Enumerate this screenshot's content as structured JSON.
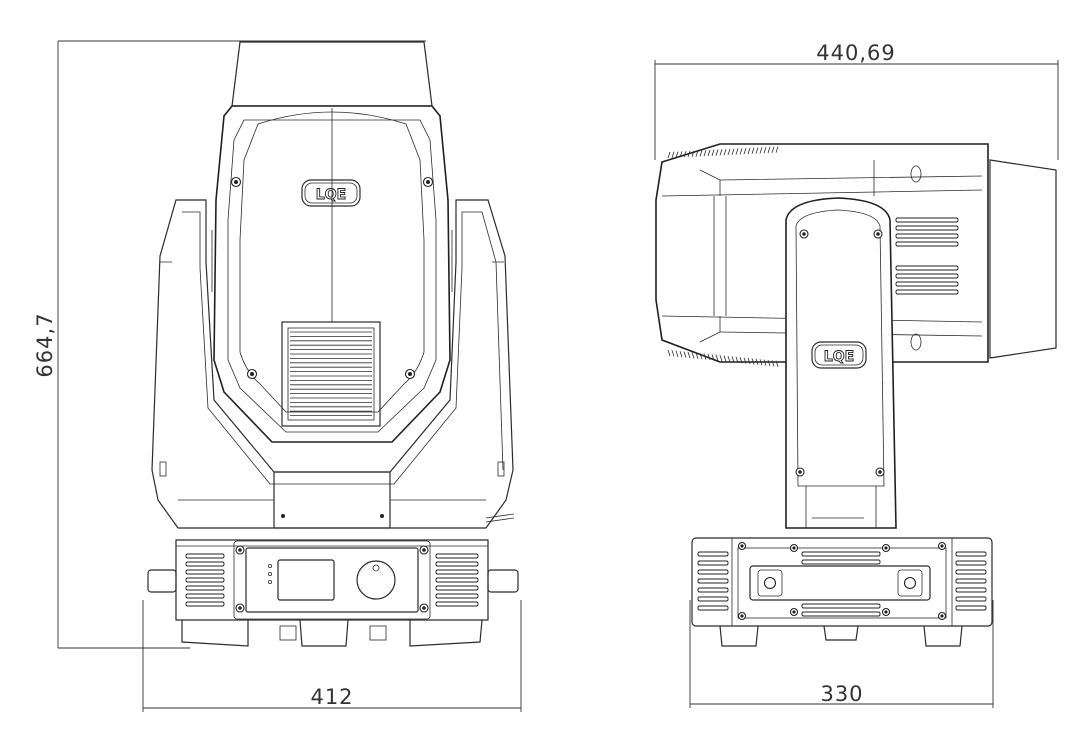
{
  "dimensions": {
    "front_height": "664,7",
    "front_width": "412",
    "side_length": "440,69",
    "side_width": "330"
  },
  "logo": {
    "text": "LQE"
  }
}
